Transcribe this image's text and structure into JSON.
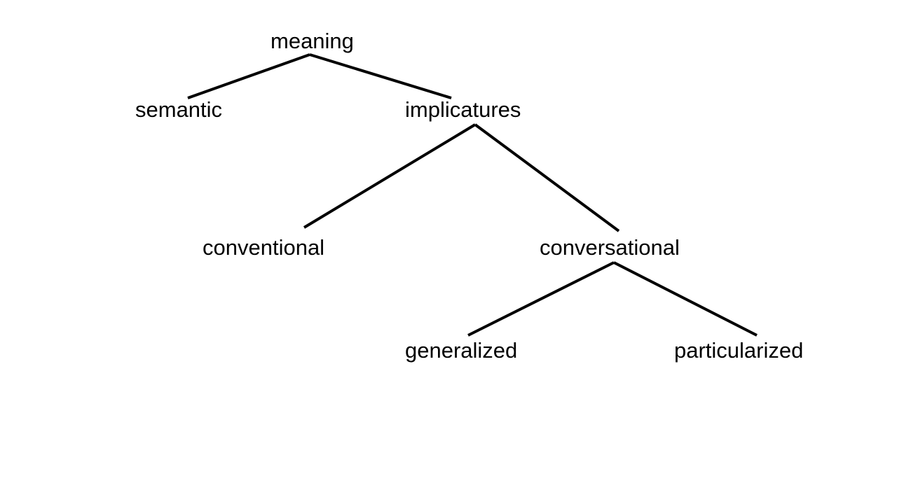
{
  "tree": {
    "nodes": {
      "meaning": "meaning",
      "semantic": "semantic",
      "implicatures": "implicatures",
      "conventional": "conventional",
      "conversational": "conversational",
      "generalized": "generalized",
      "particularized": "particularized"
    },
    "edges": [
      {
        "from": "meaning",
        "to": "semantic"
      },
      {
        "from": "meaning",
        "to": "implicatures"
      },
      {
        "from": "implicatures",
        "to": "conventional"
      },
      {
        "from": "implicatures",
        "to": "conversational"
      },
      {
        "from": "conversational",
        "to": "generalized"
      },
      {
        "from": "conversational",
        "to": "particularized"
      }
    ]
  },
  "colors": {
    "background": "#ffffff",
    "line": "#000000",
    "text": "#000000"
  }
}
